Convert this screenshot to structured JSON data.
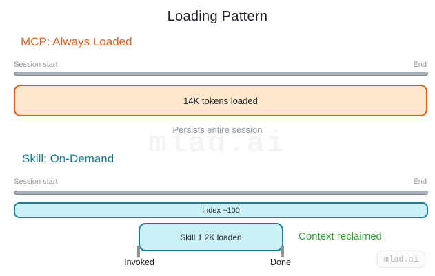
{
  "title": "Loading Pattern",
  "watermark_text": "mlad.ai",
  "brand_badge_text": "mlad.ai",
  "colors": {
    "mcp_accent": "#e8590c",
    "mcp_fill": "#fce7cd",
    "skill_accent": "#17818f",
    "skill_fill": "#c9f1f6",
    "reclaimed_green": "#2aa12e",
    "timeline_gray": "#a7aeb6",
    "muted_text": "#8a929c"
  },
  "mcp_section": {
    "heading": "MCP: Always Loaded",
    "timeline_start": "Session start",
    "timeline_end": "End",
    "box_label": "14K tokens loaded",
    "caption": "Persists entire session"
  },
  "skill_section": {
    "heading": "Skill: On-Demand",
    "timeline_start": "Session start",
    "timeline_end": "End",
    "index_box_label": "Index ~100",
    "skill_box_label": "Skill 1.2K loaded",
    "invoked_label": "Invoked",
    "done_label": "Done",
    "reclaimed_label": "Context reclaimed"
  }
}
